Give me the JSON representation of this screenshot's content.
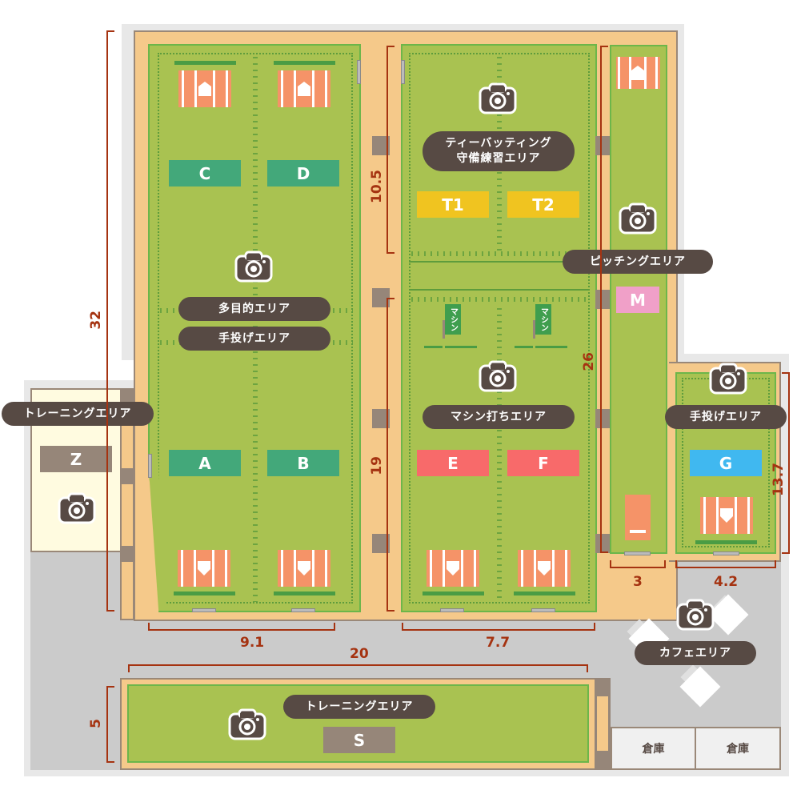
{
  "map": {
    "title": "Facility Floor Map",
    "colors": {
      "floor": "#f5c98a",
      "turf": "#a9c251",
      "turf_border": "#6cb64a",
      "label_pill": "#574a44",
      "dimension": "#a53311",
      "court_green": "#43a87a",
      "court_yellow": "#f0c420",
      "court_red": "#f86a6a",
      "court_pink": "#f0a0c8",
      "court_blue": "#40b8f0",
      "court_brown": "#968679",
      "batting_cage": "#f59368"
    },
    "areas": {
      "multipurpose": "多目的エリア",
      "hand_toss_left": "手投げエリア",
      "tee_batting_line1": "ティーバッティング",
      "tee_batting_line2": "守備練習エリア",
      "pitching": "ピッチングエリア",
      "machine_batting": "マシン打ちエリア",
      "hand_toss_right": "手投げエリア",
      "training_left": "トレーニングエリア",
      "training_bottom": "トレーニングエリア",
      "cafe": "カフェエリア"
    },
    "courts": {
      "C": "C",
      "D": "D",
      "A": "A",
      "B": "B",
      "T1": "T1",
      "T2": "T2",
      "E": "E",
      "F": "F",
      "M": "M",
      "G": "G",
      "Z": "Z",
      "S": "S"
    },
    "machine_labels": [
      "マシン",
      "マシン"
    ],
    "storage": [
      "倉庫",
      "倉庫"
    ],
    "dimensions": {
      "total_length": "32",
      "tee_length": "10.5",
      "machine_length": "19",
      "pitching_length": "26",
      "right_hand_toss_length": "13.7",
      "left_width": "9.1",
      "middle_width": "7.7",
      "pitching_width": "3",
      "right_width": "4.2",
      "training_width": "20",
      "training_height": "5"
    },
    "icons": {
      "camera": "camera-icon",
      "home_plate": "home-plate-icon"
    }
  }
}
